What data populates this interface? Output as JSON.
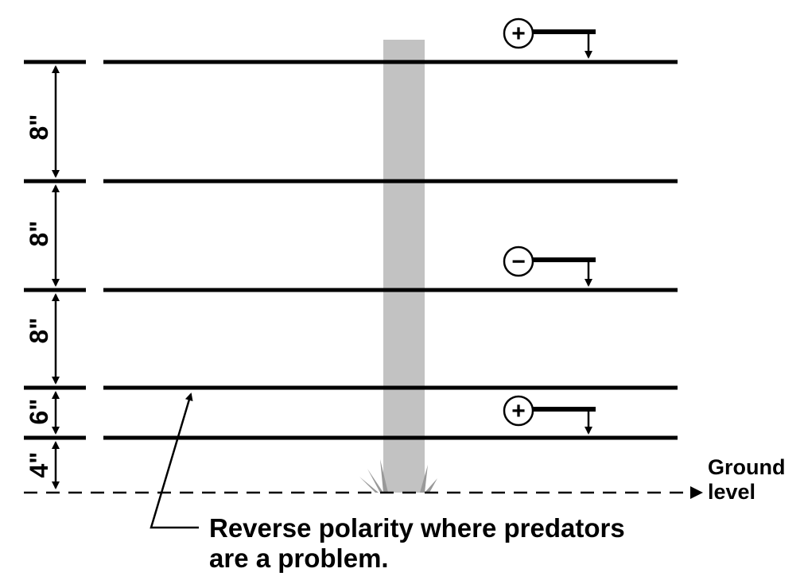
{
  "dimensions": [
    "8\"",
    "8\"",
    "8\"",
    "6\"",
    "4\""
  ],
  "wires": [
    {
      "id": "wire-1",
      "polarity": "positive"
    },
    {
      "id": "wire-2",
      "polarity": "none"
    },
    {
      "id": "wire-3",
      "polarity": "negative"
    },
    {
      "id": "wire-4",
      "polarity": "none"
    },
    {
      "id": "wire-5",
      "polarity": "positive"
    }
  ],
  "polarity_symbols": {
    "positive": "+",
    "negative": "−"
  },
  "ground": {
    "line1": "Ground",
    "line2": "level"
  },
  "note": {
    "line1": "Reverse polarity where predators",
    "line2": "are a problem."
  },
  "colors": {
    "post": "#c2c2c2",
    "ink": "#000000"
  }
}
